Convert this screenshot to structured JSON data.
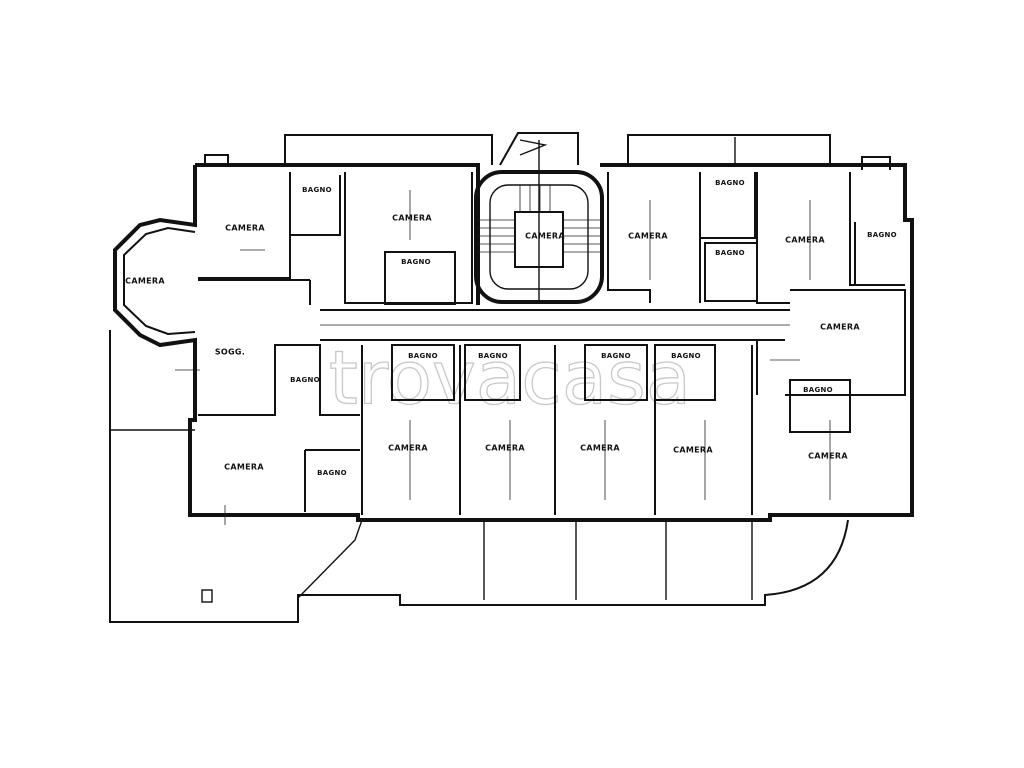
{
  "plan": {
    "labels": {
      "r1": "CAMERA",
      "r2": "BAGNO",
      "r3": "CAMERA",
      "r4": "BAGNO",
      "r5": "CAMERA",
      "r6": "CAMERA",
      "r7": "BAGNO",
      "r8": "BAGNO",
      "r9": "CAMERA",
      "r10": "BAGNO",
      "r11": "CAMERA",
      "r12": "SOGG.",
      "r13": "BAGNO",
      "r14": "BAGNO",
      "r15": "BAGNO",
      "r16": "BAGNO",
      "r17": "BAGNO",
      "r18": "CAMERA",
      "r19": "BAGNO",
      "r20": "CAMERA",
      "r21": "BAGNO",
      "r22": "CAMERA",
      "r23": "CAMERA",
      "r24": "CAMERA",
      "r25": "CAMERA",
      "r26": "CAMERA"
    },
    "watermark": "trovacasa"
  }
}
